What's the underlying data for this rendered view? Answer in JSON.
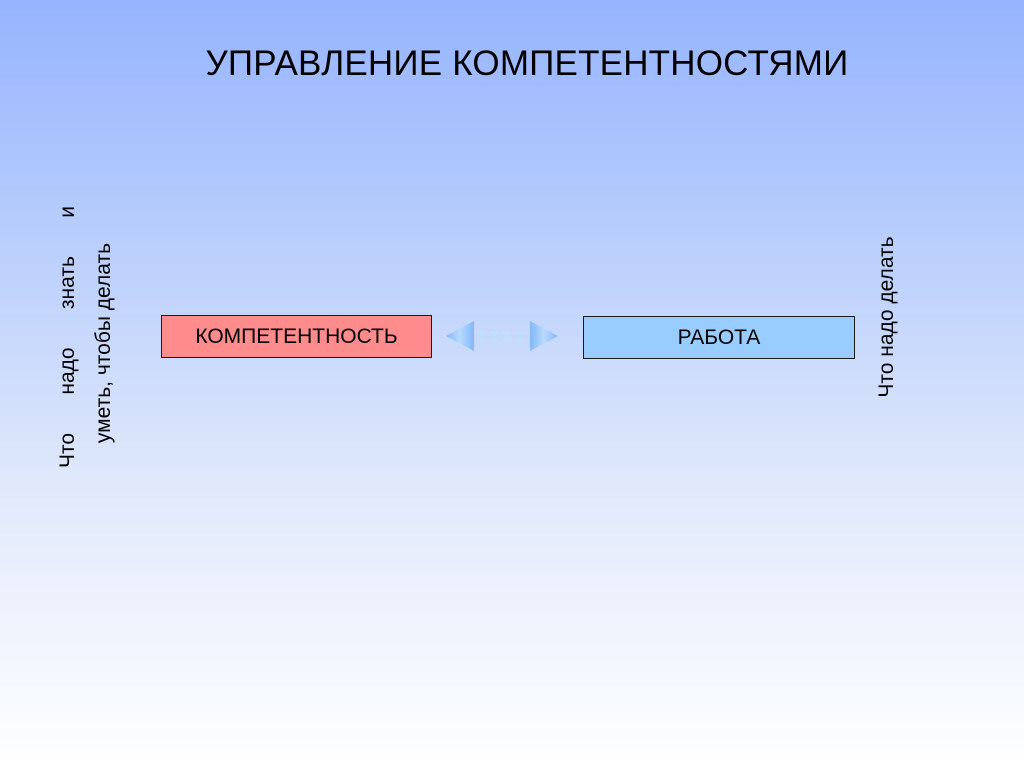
{
  "slide": {
    "title": "УПРАВЛЕНИЕ КОМПЕТЕНТНОСТЯМИ",
    "left_box_label": "КОМПЕТЕНТНОСТЬ",
    "right_box_label": "РАБОТА",
    "left_caption_words": [
      "Что",
      "надо",
      "знать",
      "и"
    ],
    "left_caption_line2": "уметь, чтобы делать",
    "right_caption": "Что надо делать",
    "colors": {
      "left_box_fill": "#ff8c8c",
      "right_box_fill": "#99ccff",
      "arrow_fill": "#8fc3fb"
    },
    "connector_icon": "double-headed-arrow-icon"
  }
}
